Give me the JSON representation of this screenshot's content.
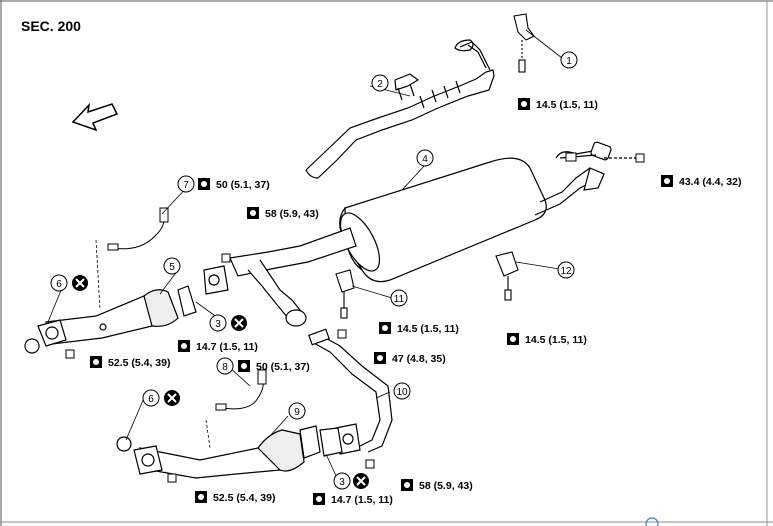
{
  "section_label": "SEC. 200",
  "callouts": [
    {
      "id": "c1",
      "text": "1"
    },
    {
      "id": "c2",
      "text": "2"
    },
    {
      "id": "c3a",
      "text": "3"
    },
    {
      "id": "c3b",
      "text": "3"
    },
    {
      "id": "c4",
      "text": "4"
    },
    {
      "id": "c5",
      "text": "5"
    },
    {
      "id": "c6a",
      "text": "6"
    },
    {
      "id": "c6b",
      "text": "6"
    },
    {
      "id": "c7",
      "text": "7"
    },
    {
      "id": "c8",
      "text": "8"
    },
    {
      "id": "c9",
      "text": "9"
    },
    {
      "id": "c10",
      "text": "10"
    },
    {
      "id": "c11",
      "text": "11"
    },
    {
      "id": "c12",
      "text": "12"
    }
  ],
  "torques": {
    "t1": "14.5 (1.5, 11)",
    "t2": "43.4 (4.4, 32)",
    "t3": "50 (5.1, 37)",
    "t4": "58 (5.9, 43)",
    "t5": "14.5 (1.5, 11)",
    "t6": "14.5 (1.5, 11)",
    "t7": "47 (4.8, 35)",
    "t8": "14.7 (1.5, 11)",
    "t9": "52.5 (5.4, 39)",
    "t10": "50 (5.1, 37)",
    "t11": "58 (5.9, 43)",
    "t12": "14.7 (1.5, 11)",
    "t13": "52.5 (5.4, 39)"
  }
}
